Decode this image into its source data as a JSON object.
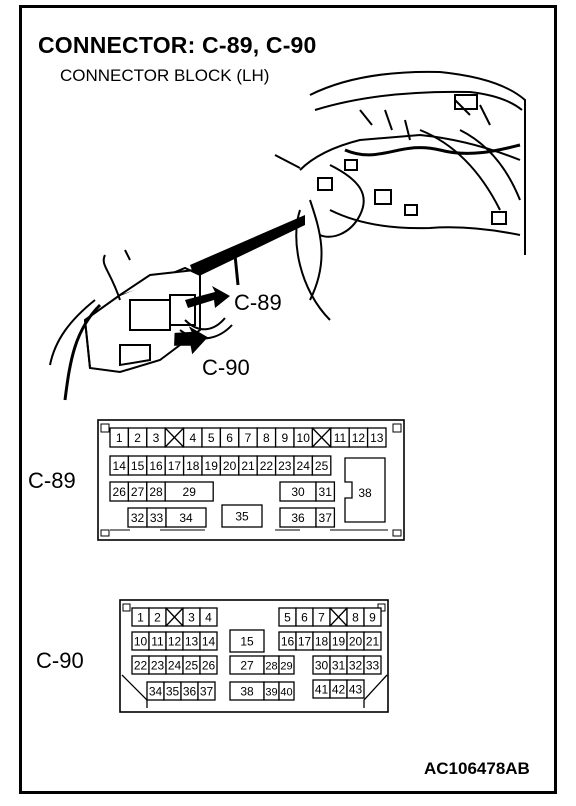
{
  "title": "CONNECTOR: C-89, C-90",
  "subtitle": "CONNECTOR BLOCK (LH)",
  "callouts": {
    "c89": "C-89",
    "c90": "C-90"
  },
  "figure_id": "AC106478AB",
  "connectors": {
    "c89": {
      "label": "C-89",
      "row1a": [
        "1",
        "2",
        "3"
      ],
      "row1b": [
        "4",
        "5",
        "6",
        "7",
        "8",
        "9",
        "10"
      ],
      "row1c": [
        "11",
        "12",
        "13"
      ],
      "row2": [
        "14",
        "15",
        "16",
        "17",
        "18",
        "19",
        "20",
        "21",
        "22",
        "23",
        "24",
        "25"
      ],
      "row3a": [
        "26",
        "27",
        "28",
        "29"
      ],
      "row3b": [
        "30",
        "31"
      ],
      "row4a": [
        "32",
        "33",
        "34"
      ],
      "mid": "35",
      "row4b": [
        "36",
        "37"
      ],
      "big": "38"
    },
    "c90": {
      "label": "C-90",
      "row1a": [
        "1",
        "2"
      ],
      "row1b": [
        "3",
        "4"
      ],
      "row1c": [
        "5",
        "6",
        "7"
      ],
      "row1d": [
        "8",
        "9"
      ],
      "row2a": [
        "10",
        "11",
        "12",
        "13",
        "14"
      ],
      "mid": "15",
      "row2b": [
        "16",
        "17",
        "18",
        "19",
        "20",
        "21"
      ],
      "row3a": [
        "22",
        "23",
        "24",
        "25",
        "26"
      ],
      "row3m": [
        "27",
        "28",
        "29"
      ],
      "row3b": [
        "30",
        "31",
        "32",
        "33"
      ],
      "row4a": [
        "34",
        "35",
        "36",
        "37"
      ],
      "row4m": [
        "38",
        "39",
        "40"
      ],
      "row4b": [
        "41",
        "42",
        "43"
      ]
    }
  }
}
